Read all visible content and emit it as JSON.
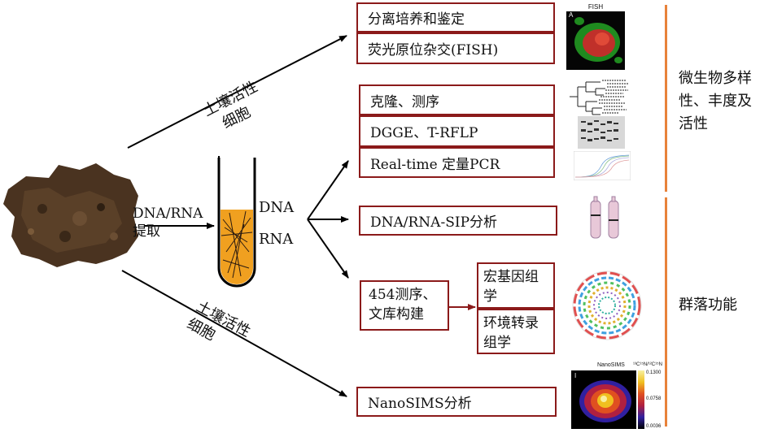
{
  "left": {
    "extract_label_line1": "DNA/RNA",
    "extract_label_line2": "提取",
    "upper_arrow_line1": "土壤活性",
    "upper_arrow_line2": "细胞",
    "lower_arrow_line1": "土壤活性",
    "lower_arrow_line2": "细胞"
  },
  "branch": {
    "dna_label": "DNA",
    "rna_label": "RNA"
  },
  "boxes": {
    "isolation": "分离培养和鉴定",
    "fish": "荧光原位杂交(FISH)",
    "cloning": "克隆、测序",
    "dgge": "DGGE、T-RFLP",
    "realtime": "Real-time 定量PCR",
    "sip": "DNA/RNA-SIP分析",
    "seq454": "454测序、文库构建",
    "metagenomics": "宏基因组学",
    "metatranscriptomics": "环境转录组学",
    "nanosims": "NanoSIMS分析"
  },
  "images": {
    "fish_title": "FISH",
    "fish_panel_letter": "A",
    "nanosims_title": "NanoSIMS",
    "nanosims_ratio_label": "¹³C¹⁵N/¹²C¹⁵N",
    "nanosims_scale_top": "0.1300",
    "nanosims_scale_mid": "0.0758",
    "nanosims_scale_bot": "0.0036",
    "nanosims_panel_letter": "I"
  },
  "side": {
    "diversity": "微生物多样性、丰度及活性",
    "function": "群落功能"
  },
  "colors": {
    "box_border": "#8b1a1a",
    "accent_orange": "#e8823a",
    "tube_fill": "#f0a020"
  }
}
